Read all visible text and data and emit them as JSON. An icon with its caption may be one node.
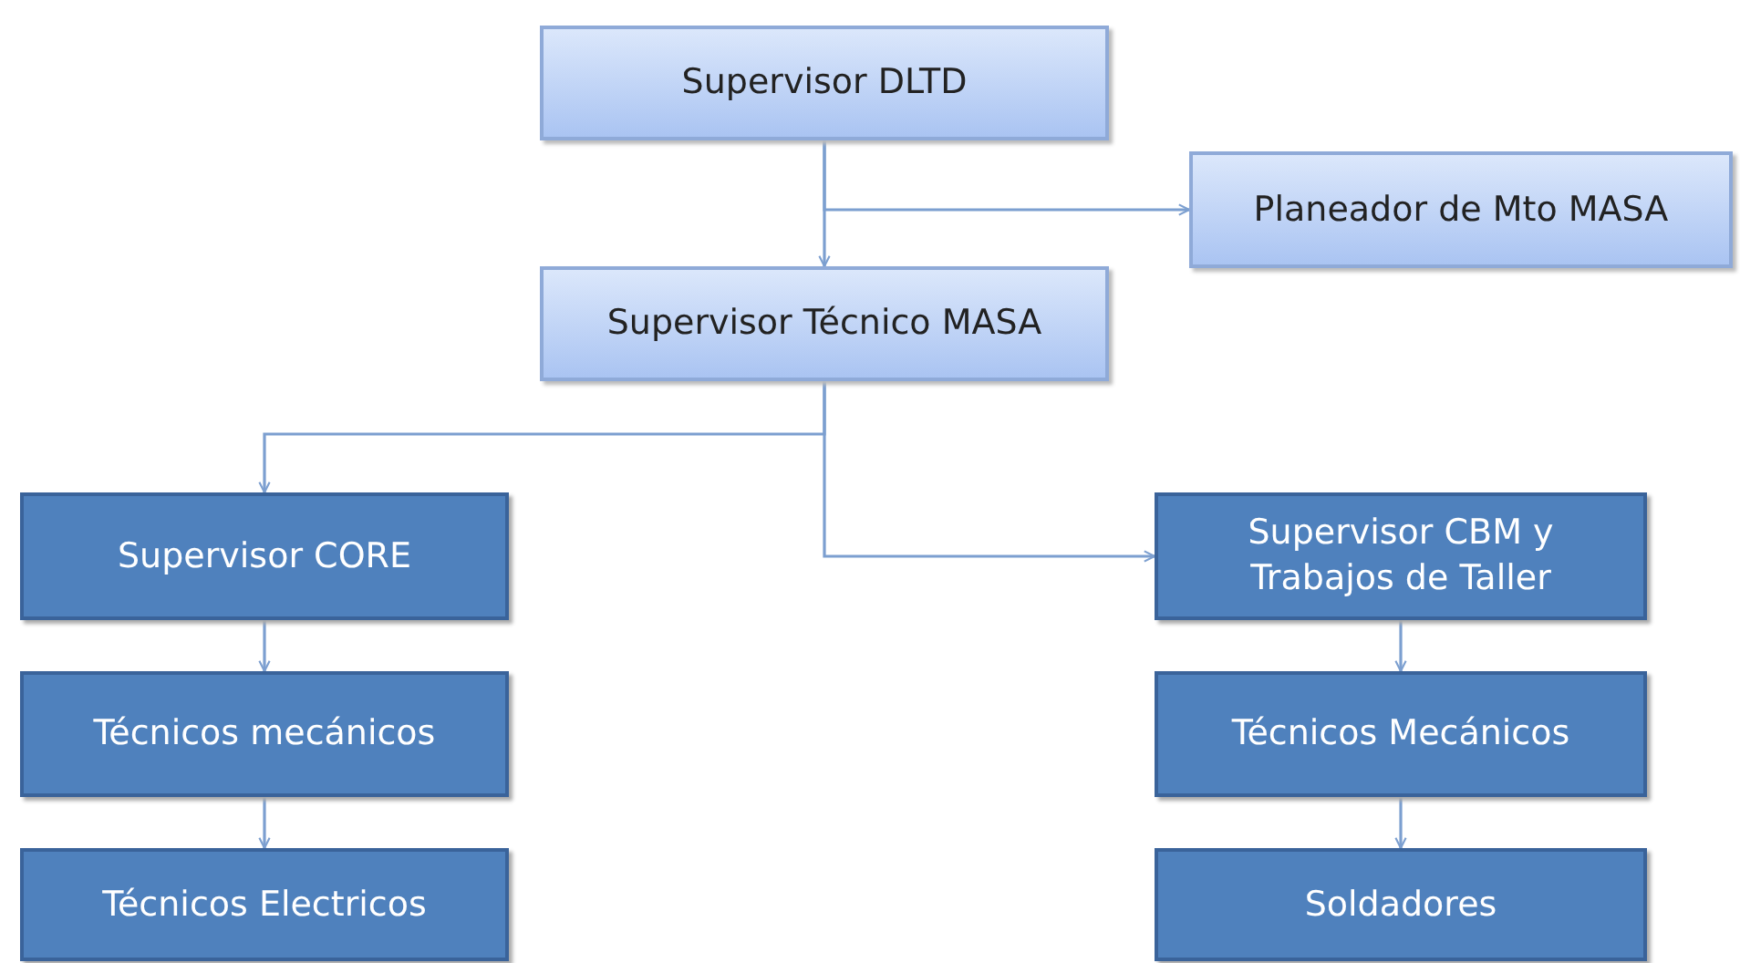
{
  "diagram": {
    "nodes": [
      {
        "text": [
          "Supervisor DLTD"
        ]
      },
      {
        "text": [
          "Planeador de Mto MASA"
        ]
      },
      {
        "text": [
          "Supervisor Técnico MASA"
        ]
      },
      {
        "text": [
          "Supervisor  CORE"
        ]
      },
      {
        "text": [
          "Técnicos mecánicos"
        ]
      },
      {
        "text": [
          "Técnicos Electricos"
        ]
      },
      {
        "text": [
          "Supervisor CBM y Trabajos de Taller"
        ]
      },
      {
        "text": [
          "Técnicos Mecánicos"
        ]
      },
      {
        "text": [
          "Soldadores"
        ]
      }
    ],
    "edges": [
      {
        "from": 0,
        "to": 1,
        "arrow": "to"
      },
      {
        "from": 0,
        "to": 2,
        "arrow": "to"
      },
      {
        "from": 2,
        "to": 3,
        "arrow": "to"
      },
      {
        "from": 2,
        "to": 6,
        "arrow": "to"
      },
      {
        "from": 3,
        "to": 4,
        "arrow": "to"
      },
      {
        "from": 4,
        "to": 5,
        "arrow": "to"
      },
      {
        "from": 6,
        "to": 7,
        "arrow": "to"
      },
      {
        "from": 7,
        "to": 8,
        "arrow": "to"
      }
    ]
  }
}
